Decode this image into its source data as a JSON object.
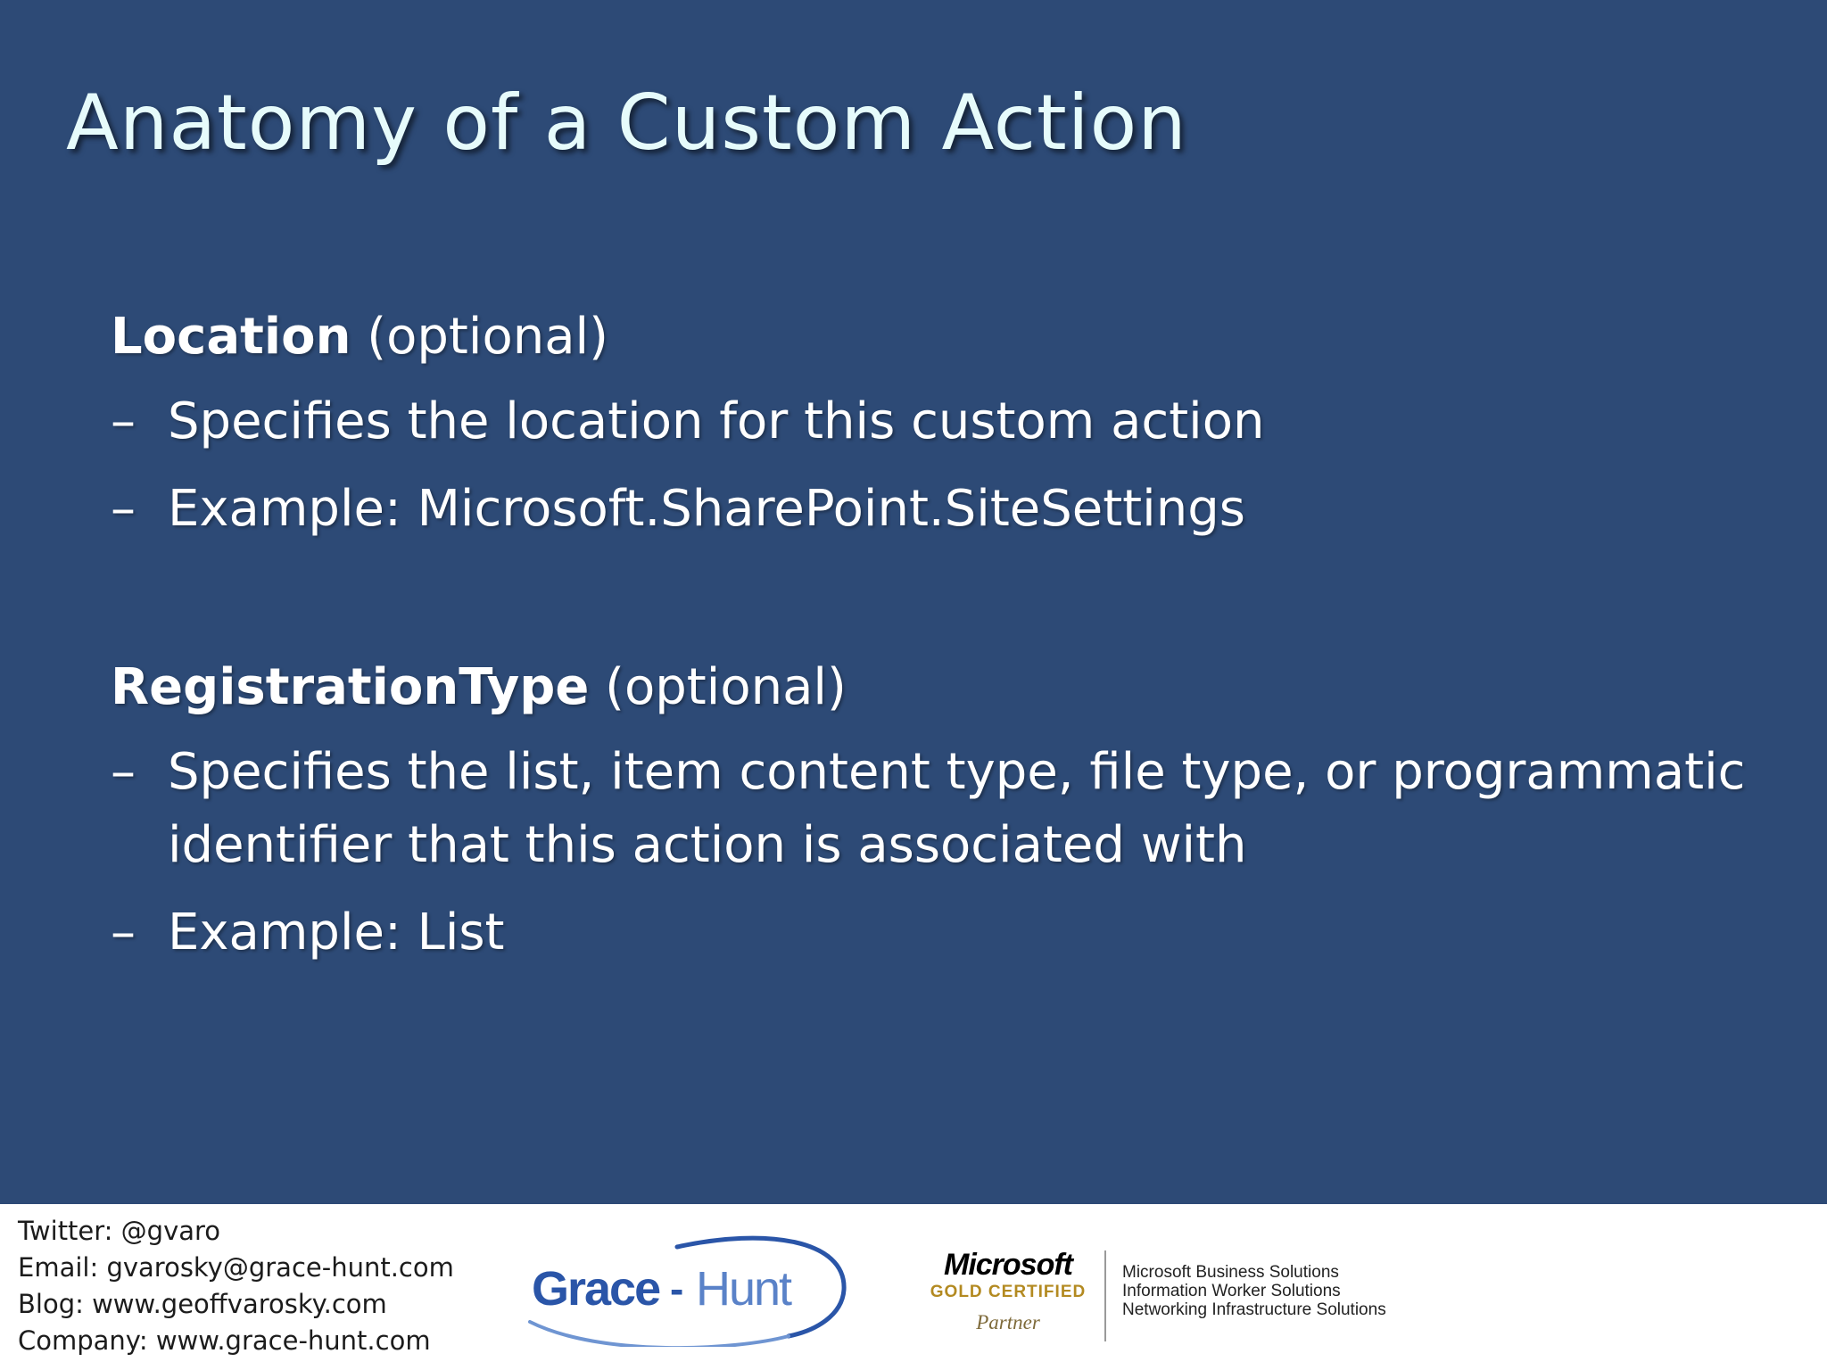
{
  "slide": {
    "title": "Anatomy of a Custom Action",
    "sections": [
      {
        "keyword": "Location",
        "qualifier": "(optional)",
        "bullets": [
          {
            "dash": "–",
            "text": "Specifies the location for this custom action"
          },
          {
            "dash": "–",
            "text": "Example: Microsoft.SharePoint.SiteSettings"
          }
        ]
      },
      {
        "keyword": "RegistrationType",
        "qualifier": "(optional)",
        "bullets": [
          {
            "dash": "–",
            "text": "Specifies the list, item content type, file type, or programmatic identifier that this action is associated with"
          },
          {
            "dash": "–",
            "text": "Example: List"
          }
        ]
      }
    ]
  },
  "footer": {
    "contacts": [
      "Twitter: @gvaro",
      "Email: gvarosky@grace-hunt.com",
      "Blog: www.geoffvarosky.com",
      "Company: www.grace-hunt.com"
    ],
    "grace_hunt_logo": {
      "word1": "Grace",
      "separator": "-",
      "word2": "Hunt"
    },
    "microsoft_logo": {
      "wordmark": "Microsoft",
      "line2": "GOLD CERTIFIED",
      "line3": "Partner"
    },
    "competencies": [
      "Microsoft Business Solutions",
      "Information Worker Solutions",
      "Networking Infrastructure Solutions"
    ]
  },
  "colors": {
    "background": "#2d4a76",
    "title": "#e6fbfb",
    "body_text": "#ffffff",
    "footer_background": "#ffffff",
    "grace_blue": "#2a55a8",
    "hunt_blue": "#5a82c8",
    "gold": "#b38a21"
  }
}
